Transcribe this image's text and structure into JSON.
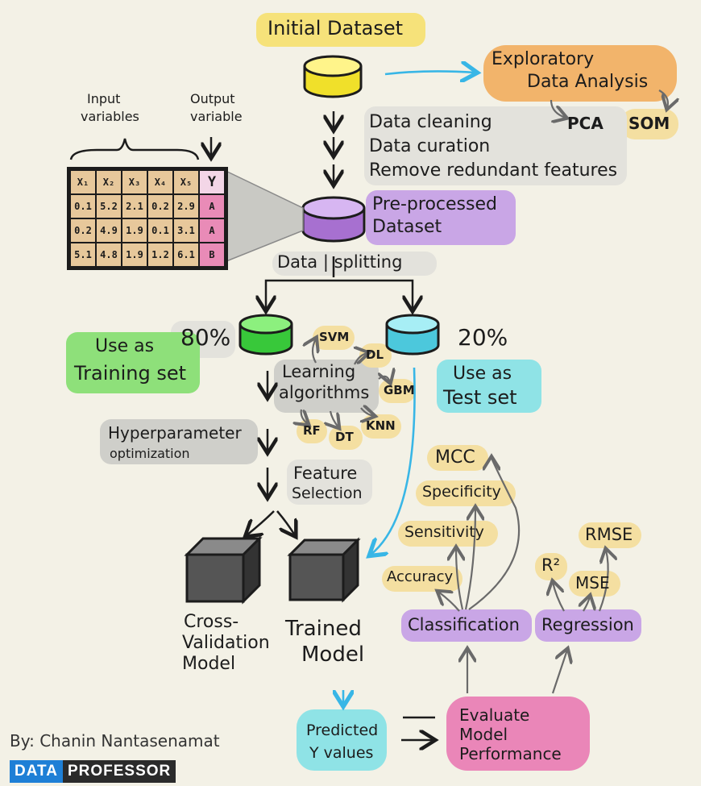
{
  "colors": {
    "yellow": "#f6e27a",
    "purple": "#c9a6e6",
    "green": "#8ee07a",
    "cyan": "#8fe3e6",
    "orange": "#f2b46b",
    "pink": "#ea86b8",
    "gray": "#cfcfca",
    "cream": "#f4dfa1"
  },
  "nodes": {
    "initial_dataset": "Initial Dataset",
    "eda": [
      "Exploratory",
      "Data Analysis"
    ],
    "pca": "PCA",
    "som": "SOM",
    "steps": [
      "Data cleaning",
      "Data curation",
      "Remove redundant features"
    ],
    "input_variables": [
      "Input",
      "variables"
    ],
    "output_variable": [
      "Output",
      "variable"
    ],
    "preprocessed": [
      "Pre-processed",
      "Dataset"
    ],
    "data_splitting": "Data | splitting",
    "pct_train": "80%",
    "pct_test": "20%",
    "training_set": [
      "Use as",
      "Training set"
    ],
    "test_set": [
      "Use as",
      "Test set"
    ],
    "learning": [
      "Learning",
      "algorithms"
    ],
    "algorithms": {
      "svm": "SVM",
      "dl": "DL",
      "gbm": "GBM",
      "rf": "RF",
      "dt": "DT",
      "knn": "KNN"
    },
    "hyperparameter": [
      "Hyperparameter",
      "optimization"
    ],
    "feature_selection": [
      "Feature",
      "Selection"
    ],
    "cv_model": [
      "Cross-",
      "Validation",
      "Model"
    ],
    "trained_model": [
      "Trained",
      "Model"
    ],
    "metrics": {
      "mcc": "MCC",
      "specificity": "Specificity",
      "sensitivity": "Sensitivity",
      "accuracy": "Accuracy",
      "rmse": "RMSE",
      "r2": "R²",
      "mse": "MSE"
    },
    "classification": "Classification",
    "regression": "Regression",
    "predicted": [
      "Predicted",
      "Y values"
    ],
    "evaluate": [
      "Evaluate",
      "Model",
      "Performance"
    ]
  },
  "table": {
    "headers": [
      "X₁",
      "X₂",
      "X₃",
      "X₄",
      "X₅",
      "Y"
    ],
    "rows": [
      [
        "0.1",
        "5.2",
        "2.1",
        "0.2",
        "2.9",
        "A"
      ],
      [
        "0.2",
        "4.9",
        "1.9",
        "0.1",
        "3.1",
        "A"
      ],
      [
        "5.1",
        "4.8",
        "1.9",
        "1.2",
        "6.1",
        "B"
      ]
    ]
  },
  "credit": {
    "byline": "By: Chanin Nantasenamat",
    "brand_left": "DATA",
    "brand_right": "PROFESSOR"
  }
}
